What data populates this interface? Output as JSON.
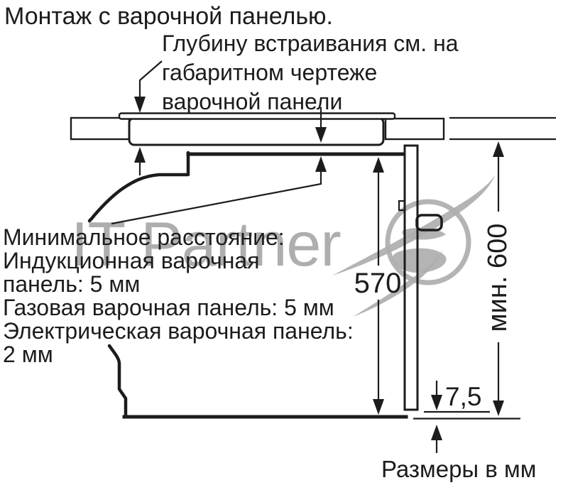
{
  "colors": {
    "ink": "#1c1c1c",
    "watermark": "#aeaeae",
    "background": "#ffffff"
  },
  "title": "Монтаж с варочной панелью.",
  "hob_depth_note": {
    "lines": [
      "Глубину встраивания см. на",
      "габаритном чертеже",
      "варочной панели"
    ]
  },
  "clearance_note": {
    "lines": [
      "Минимальное расстояние:",
      "Индукционная варочная",
      "панель: 5 мм",
      "Газовая варочная панель: 5 мм",
      "Электрическая варочная панель:",
      "2 мм"
    ]
  },
  "dimensions": {
    "oven_height_mm": "570",
    "niche_height_mm": "мин. 600",
    "bottom_gap_mm": "7,5"
  },
  "footer_note": "Размеры в мм",
  "watermark": {
    "text": "IT Partner"
  }
}
